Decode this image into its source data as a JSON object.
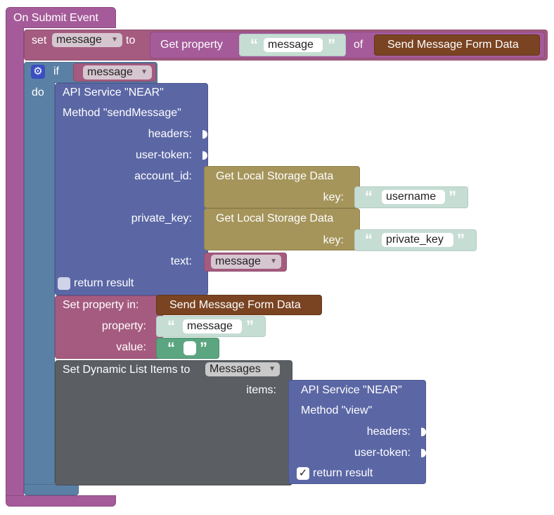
{
  "event": {
    "title": "On Submit Event"
  },
  "set_block": {
    "set_label": "set",
    "variable": "message",
    "to_label": "to",
    "get_property_label": "Get property",
    "property_string": "message",
    "of_label": "of",
    "component": "Send Message Form Data"
  },
  "if_block": {
    "if_label": "if",
    "variable": "message",
    "do_label": "do"
  },
  "api_send": {
    "title": "API Service \"NEAR\"",
    "method": "Method \"sendMessage\"",
    "headers_label": "headers:",
    "user_token_label": "user-token:",
    "account_id_label": "account_id:",
    "private_key_label": "private_key:",
    "text_label": "text:",
    "text_variable": "message",
    "return_result_label": "return result",
    "return_result_checked": false
  },
  "storage_account": {
    "title": "Get Local Storage Data",
    "key_label": "key:",
    "key_value": "username"
  },
  "storage_private": {
    "title": "Get Local Storage Data",
    "key_label": "key:",
    "key_value": "private_key"
  },
  "set_property": {
    "label": "Set property in:",
    "component": "Send Message Form Data",
    "property_label": "property:",
    "property_value": "message",
    "value_label": "value:",
    "value_value": ""
  },
  "dynamic_list": {
    "label": "Set Dynamic List Items to",
    "list": "Messages",
    "items_label": "items:"
  },
  "api_view": {
    "title": "API Service \"NEAR\"",
    "method": "Method \"view\"",
    "headers_label": "headers:",
    "user_token_label": "user-token:",
    "return_result_label": "return result",
    "return_result_checked": true
  },
  "symbols": {
    "open_quote": "“",
    "close_quote": "”",
    "dropdown_arrow": "▼",
    "checkmark": "✓",
    "gear": "⚙"
  },
  "colors": {
    "event": "#a55b99",
    "api": "#5b67a5",
    "control": "#5b80a5",
    "storage": "#a5955b",
    "component": "#7a4422",
    "property": "#a55b80",
    "list": "#5b5e63",
    "string": "#c6ddd4",
    "text_block": "#5ba580"
  }
}
